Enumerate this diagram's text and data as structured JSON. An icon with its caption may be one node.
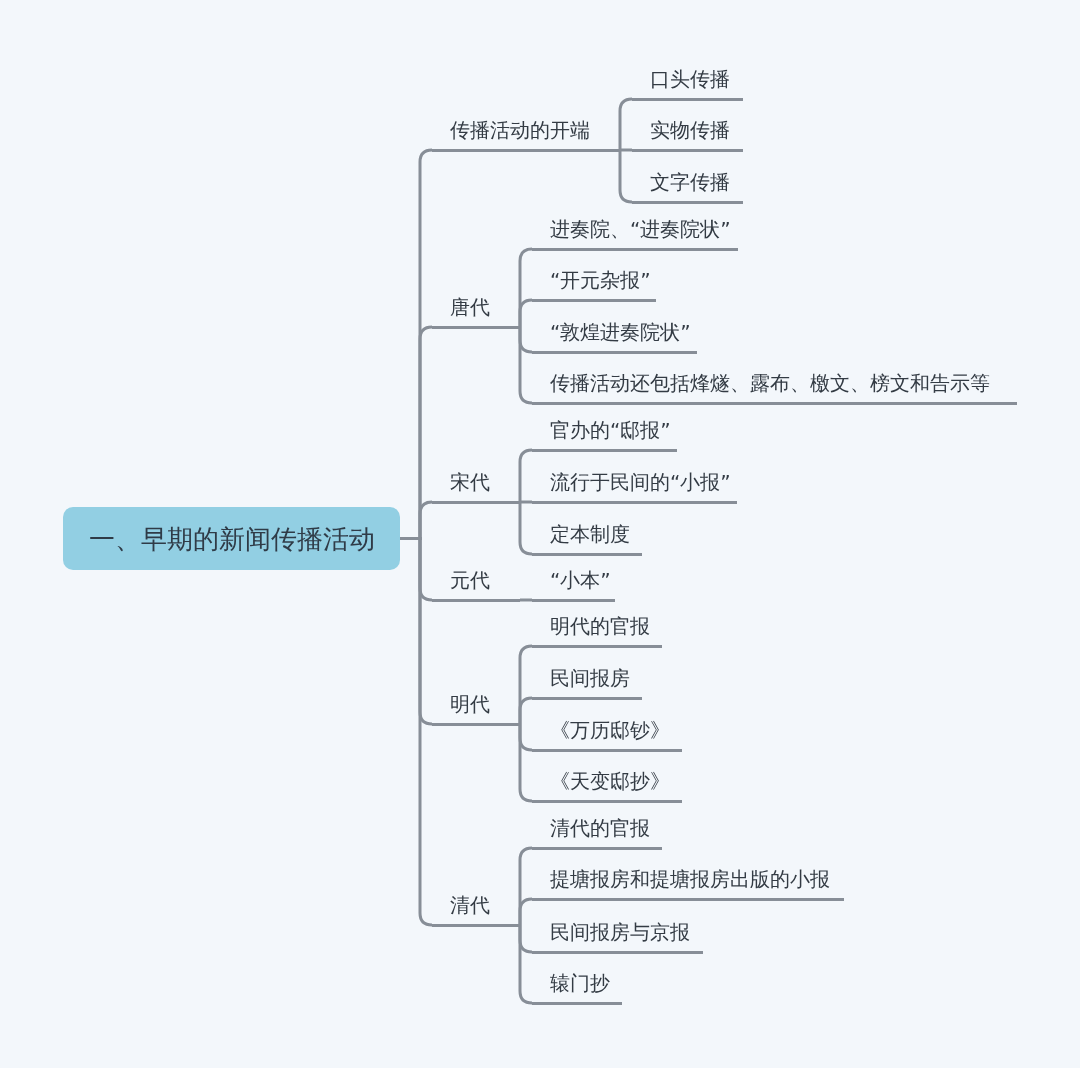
{
  "diagram": {
    "nodes": [
      {
        "text": [
          "一、早期的新闻传播活动"
        ]
      },
      {
        "text": [
          "传播活动的开端"
        ]
      },
      {
        "text": [
          "口头传播"
        ]
      },
      {
        "text": [
          "实物传播"
        ]
      },
      {
        "text": [
          "文字传播"
        ]
      },
      {
        "text": [
          "唐代"
        ]
      },
      {
        "text": [
          "进奏院、“进奏院状”"
        ]
      },
      {
        "text": [
          "“开元杂报”"
        ]
      },
      {
        "text": [
          "“敦煌进奏院状”"
        ]
      },
      {
        "text": [
          "传播活动还包括烽燧、露布、檄文、榜文和告示等"
        ]
      },
      {
        "text": [
          "宋代"
        ]
      },
      {
        "text": [
          "官办的“邸报”"
        ]
      },
      {
        "text": [
          "流行于民间的“小报”"
        ]
      },
      {
        "text": [
          "定本制度"
        ]
      },
      {
        "text": [
          "元代"
        ]
      },
      {
        "text": [
          "“小本”"
        ]
      },
      {
        "text": [
          "明代"
        ]
      },
      {
        "text": [
          "明代的官报"
        ]
      },
      {
        "text": [
          "民间报房"
        ]
      },
      {
        "text": [
          "《万历邸钞》"
        ]
      },
      {
        "text": [
          "《天变邸抄》"
        ]
      },
      {
        "text": [
          "清代"
        ]
      },
      {
        "text": [
          "清代的官报"
        ]
      },
      {
        "text": [
          "提塘报房和提塘报房出版的小报"
        ]
      },
      {
        "text": [
          "民间报房与京报"
        ]
      },
      {
        "text": [
          "辕门抄"
        ]
      }
    ],
    "edges": [
      {
        "from": 0,
        "to": 1,
        "arrow": "none"
      },
      {
        "from": 1,
        "to": 2,
        "arrow": "none"
      },
      {
        "from": 1,
        "to": 3,
        "arrow": "none"
      },
      {
        "from": 1,
        "to": 4,
        "arrow": "none"
      },
      {
        "from": 0,
        "to": 5,
        "arrow": "none"
      },
      {
        "from": 5,
        "to": 6,
        "arrow": "none"
      },
      {
        "from": 5,
        "to": 7,
        "arrow": "none"
      },
      {
        "from": 5,
        "to": 8,
        "arrow": "none"
      },
      {
        "from": 5,
        "to": 9,
        "arrow": "none"
      },
      {
        "from": 0,
        "to": 10,
        "arrow": "none"
      },
      {
        "from": 10,
        "to": 11,
        "arrow": "none"
      },
      {
        "from": 10,
        "to": 12,
        "arrow": "none"
      },
      {
        "from": 10,
        "to": 13,
        "arrow": "none"
      },
      {
        "from": 0,
        "to": 14,
        "arrow": "none"
      },
      {
        "from": 14,
        "to": 15,
        "arrow": "none"
      },
      {
        "from": 0,
        "to": 16,
        "arrow": "none"
      },
      {
        "from": 16,
        "to": 17,
        "arrow": "none"
      },
      {
        "from": 16,
        "to": 18,
        "arrow": "none"
      },
      {
        "from": 16,
        "to": 19,
        "arrow": "none"
      },
      {
        "from": 16,
        "to": 20,
        "arrow": "none"
      },
      {
        "from": 0,
        "to": 21,
        "arrow": "none"
      },
      {
        "from": 21,
        "to": 22,
        "arrow": "none"
      },
      {
        "from": 21,
        "to": 23,
        "arrow": "none"
      },
      {
        "from": 21,
        "to": 24,
        "arrow": "none"
      },
      {
        "from": 21,
        "to": 25,
        "arrow": "none"
      }
    ]
  }
}
